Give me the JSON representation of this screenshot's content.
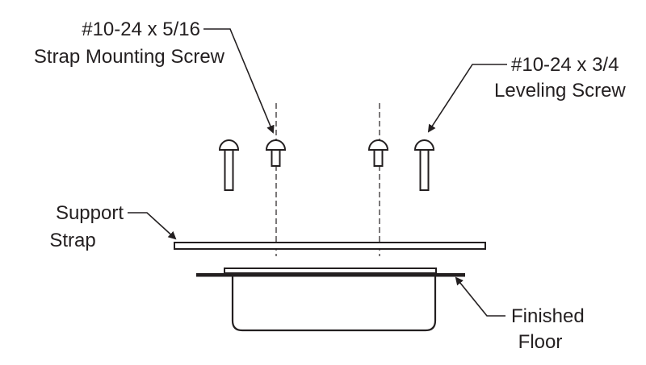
{
  "labels": {
    "strap_screw": {
      "line1": "#10-24 x 5/16",
      "line2": "Strap Mounting Screw"
    },
    "leveling_screw": {
      "line1": "#10-24 x 3/4",
      "line2": "Leveling Screw"
    },
    "support_strap": {
      "line1": "Support",
      "line2": "Strap"
    },
    "finished_floor": {
      "line1": "Finished",
      "line2": "Floor"
    }
  },
  "colors": {
    "ink": "#231f20",
    "background": "#ffffff"
  }
}
